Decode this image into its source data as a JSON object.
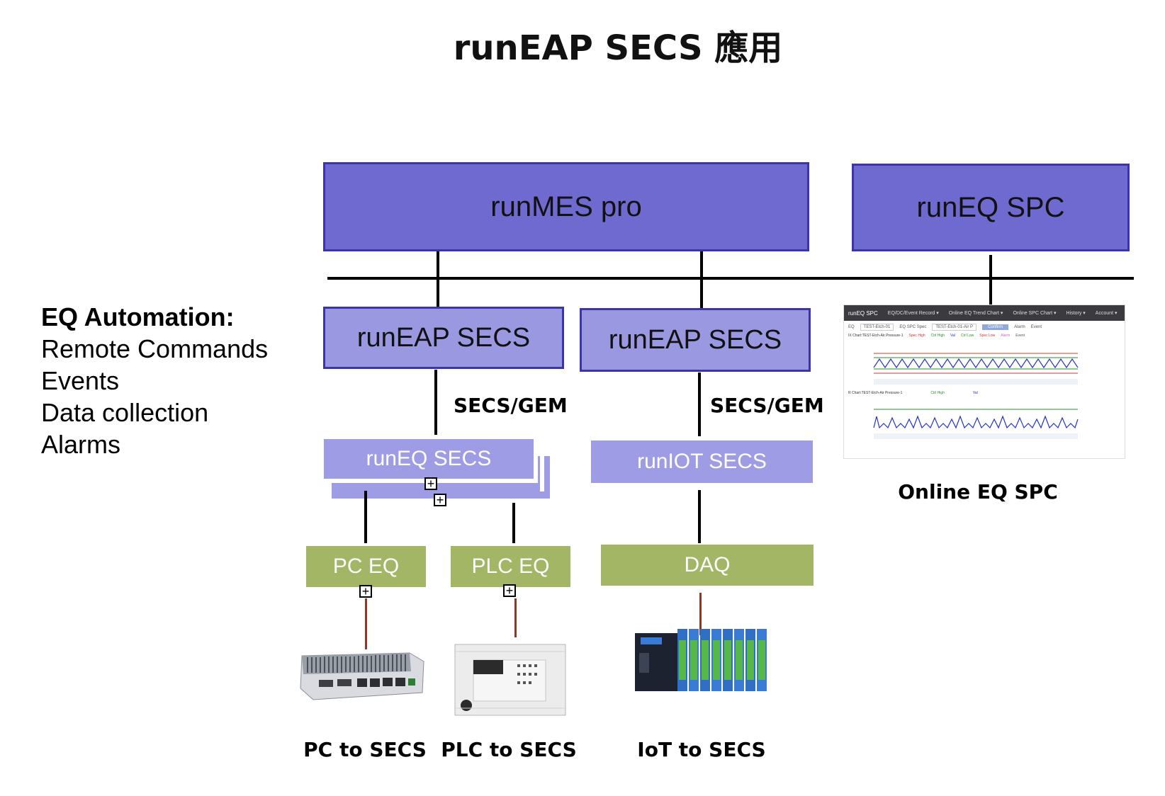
{
  "title": "runEAP SECS 應用",
  "legend": {
    "heading": "EQ Automation:",
    "items": [
      "Remote Commands",
      "Events",
      "Data collection",
      "Alarms"
    ]
  },
  "top": {
    "mes": "runMES pro",
    "spc": "runEQ SPC"
  },
  "eap": {
    "left": "runEAP SECS",
    "right": "runEAP SECS"
  },
  "protocol": {
    "left": "SECS/GEM",
    "right": "SECS/GEM"
  },
  "drivers": {
    "eq": "runEQ SECS",
    "iot": "runIOT SECS"
  },
  "equipment": {
    "pc": "PC EQ",
    "plc": "PLC EQ",
    "daq": "DAQ"
  },
  "captions": {
    "pc": "PC to SECS",
    "plc": "PLC to SECS",
    "iot": "IoT to SECS",
    "spc": "Online EQ SPC"
  },
  "spc_screen": {
    "app_name": "runEQ SPC",
    "menu": [
      "EQ/DC/Event Record ▾",
      "Online EQ Trend Chart ▾",
      "Online SPC Chart ▾",
      "History ▾",
      "Account ▾"
    ],
    "eq_label": "EQ",
    "eq_value": "TEST-Etch-01",
    "spec_label": "EQ SPC Spec",
    "spec_value": "TEST-Etch-01-Air P",
    "confirm": "Confirm",
    "alarm": "Alarm",
    "event": "Event",
    "chart1_title": "IX Chart:TEST-Etch-Air Pressure-1",
    "chart2_title": "R Chart:TEST-Etch-Air Pressure-1",
    "legend1": [
      "Spec High",
      "Ctrl High",
      "Val",
      "Ctrl Low",
      "Spec Low",
      "Alarm",
      "Event"
    ],
    "legend2": [
      "Ctrl High",
      "Val"
    ]
  },
  "colors": {
    "dark_box": "#6f6acf",
    "mid_box": "#9b98e2",
    "light_box": "#9f9ce6",
    "green_box": "#a2b666",
    "box_border": "#3a35a8",
    "device_link": "#8b3a2a"
  },
  "icons": [
    "expand-icon",
    "industrial-pc-image",
    "plc-image",
    "daq-module-image"
  ]
}
